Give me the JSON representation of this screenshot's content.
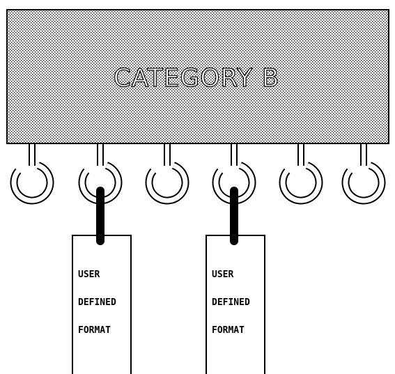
{
  "category_box": {
    "label": "CATEGORY B"
  },
  "hooks": {
    "count": 6
  },
  "cards": [
    {
      "lines": [
        "USER",
        "DEFINED",
        "FORMAT"
      ],
      "attached_hook": 2
    },
    {
      "lines": [
        "USER",
        "DEFINED",
        "FORMAT"
      ],
      "attached_hook": 4
    }
  ],
  "colors": {
    "ink": "#000000",
    "paper": "#ffffff"
  }
}
